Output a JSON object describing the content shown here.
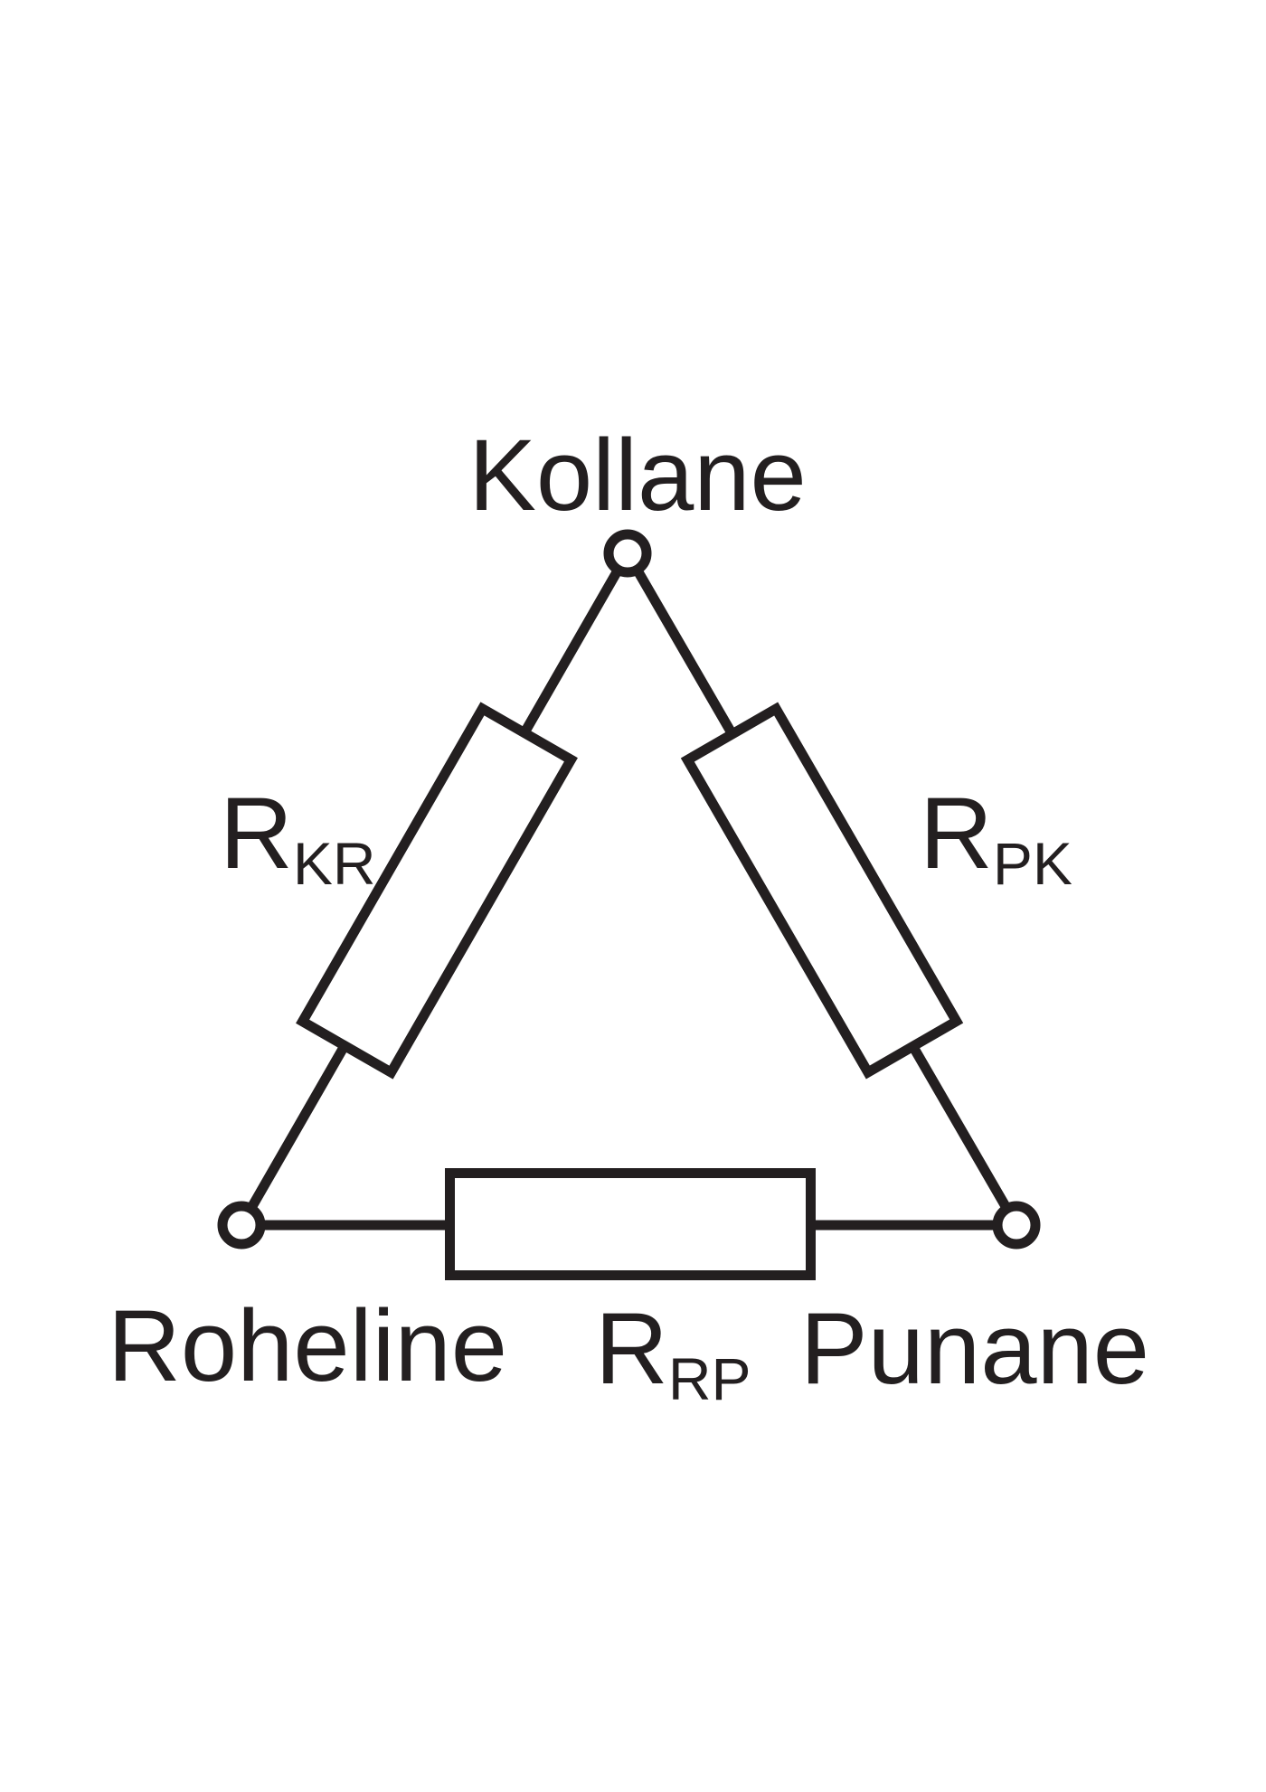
{
  "diagram": {
    "background_color": "#ffffff",
    "ink_color": "#231f20",
    "nodes": [
      {
        "id": "top",
        "label": "Kollane"
      },
      {
        "id": "bottom-left",
        "label": "Roheline"
      },
      {
        "id": "bottom-right",
        "label": "Punane"
      }
    ],
    "resistors": [
      {
        "id": "left",
        "symbol": "R",
        "subscript": "KR"
      },
      {
        "id": "right",
        "symbol": "R",
        "subscript": "PK"
      },
      {
        "id": "bottom",
        "symbol": "R",
        "subscript": "RP"
      }
    ]
  }
}
